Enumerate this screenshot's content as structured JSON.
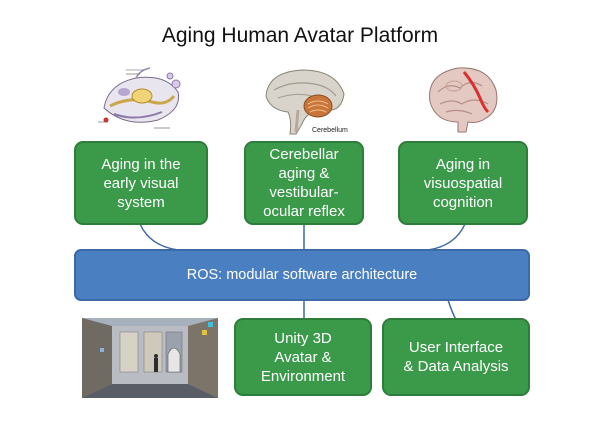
{
  "title": "Aging Human Avatar Platform",
  "modules": [
    {
      "lines": [
        "Aging in the",
        "early visual",
        "system"
      ]
    },
    {
      "lines": [
        "Cerebellar",
        "aging &",
        "vestibular-",
        "ocular reflex"
      ]
    },
    {
      "lines": [
        "Aging in",
        "visuospatial",
        "cognition"
      ]
    }
  ],
  "ros_label": "ROS: modular software architecture",
  "bottom_modules": [
    {
      "lines": [
        "Unity 3D",
        "Avatar &",
        "Environment"
      ]
    },
    {
      "lines": [
        "User Interface",
        "& Data Analysis"
      ]
    }
  ],
  "images": {
    "eye_icon": "eye-anatomy-icon",
    "cerebellum_icon": "cerebellum-brain-icon",
    "cerebellum_caption": "Cerebellum",
    "brain_icon": "brain-cortex-icon",
    "unity_icon": "unity-3d-scene-icon"
  },
  "colors": {
    "module_fill": "#3a9a4a",
    "bus_fill": "#4a7fc1",
    "connector": "#3b6aa6"
  }
}
